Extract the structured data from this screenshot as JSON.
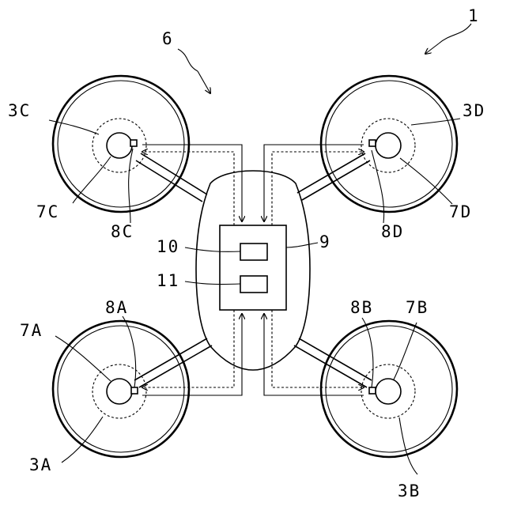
{
  "labels": {
    "device": "1",
    "body_group": "6",
    "rotor_a": "3A",
    "rotor_b": "3B",
    "rotor_c": "3C",
    "rotor_d": "3D",
    "motor_a": "7A",
    "motor_b": "7B",
    "motor_c": "7C",
    "motor_d": "7D",
    "sensor_a": "8A",
    "sensor_b": "8B",
    "sensor_c": "8C",
    "sensor_d": "8D",
    "controller": "9",
    "unit_10": "10",
    "unit_11": "11"
  }
}
